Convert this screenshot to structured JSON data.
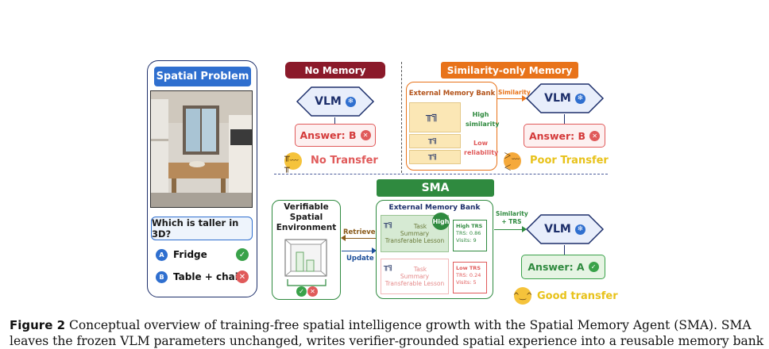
{
  "left_panel": {
    "title": "Spatial Problem",
    "question": "Which is taller in 3D?",
    "options": [
      {
        "badge": "A",
        "text": "Fridge",
        "mark": "check-icon"
      },
      {
        "badge": "B",
        "text": "Table + chair",
        "mark": "cross-icon"
      }
    ]
  },
  "no_memory": {
    "title": "No Memory",
    "vlm": "VLM",
    "answer": "Answer: B",
    "result": "No Transfer"
  },
  "similarity_memory": {
    "title": "Similarity-only Memory",
    "bank_title": "External Memory Bank",
    "arrow_label": "Similarity",
    "high_label": "High similarity",
    "low_label": "Low reliability",
    "vlm": "VLM",
    "answer": "Answer: B",
    "result": "Poor Transfer"
  },
  "sma": {
    "title": "SMA",
    "env_title": "Verifiable Spatial Environment",
    "retrieve": "Retrieve",
    "update": "Update",
    "bank_title": "External Memory Bank",
    "high_badge": "High",
    "card_lines": [
      "Task",
      "Summary",
      "Transferable Lesson"
    ],
    "high_trs": {
      "title": "High TRS",
      "score": "TRS: 0.86",
      "visits": "Visits: 9"
    },
    "low_trs": {
      "title": "Low TRS",
      "score": "TRS: 0.24",
      "visits": "Visits: 5"
    },
    "arrow_label_1": "Similarity",
    "arrow_label_2": "+ TRS",
    "vlm": "VLM",
    "answer": "Answer: A",
    "result": "Good transfer"
  },
  "caption": {
    "label": "Figure 2",
    "line1": "Conceptual overview of training-free spatial intelligence growth with the Spatial Memory Agent (SMA). SMA",
    "line2": "leaves the frozen VLM parameters unchanged, writes verifier-grounded spatial experience into a reusable memory bank"
  },
  "colors": {
    "navy": "#1d2f6b",
    "blue": "#2f6fcf",
    "red": "#e05a5a",
    "orange": "#e8731a",
    "green": "#2f8a3f",
    "yellow": "#e8c21a",
    "dark_red": "#8b1a2a"
  }
}
